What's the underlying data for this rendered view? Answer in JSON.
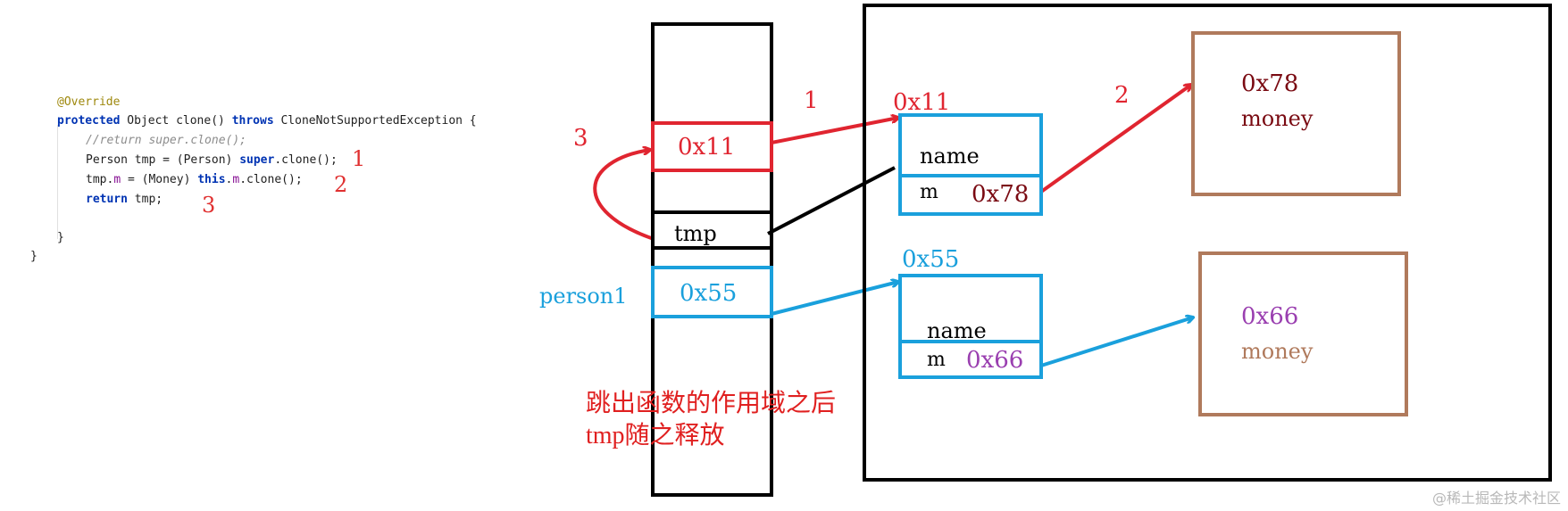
{
  "code": {
    "annotation": "@Override",
    "signature": {
      "kw1": "protected",
      "mid": " Object clone() ",
      "kw2": "throws",
      "rest": " CloneNotSupportedException {"
    },
    "comment": "//return super.clone();",
    "line_tmp": {
      "pre": "Person tmp = (Person) ",
      "kw": "super",
      "post": ".clone();"
    },
    "line_m": {
      "pre": "tmp.",
      "fld1": "m",
      "mid": " = (Money) ",
      "kw": "this",
      "dot": ".",
      "fld2": "m",
      "post": ".clone();"
    },
    "line_return": {
      "kw": "return",
      "post": " tmp;"
    },
    "close_inner": "}",
    "close_outer": "}",
    "step_markers": [
      "1",
      "2",
      "3"
    ]
  },
  "stack": {
    "slot_tmp_value": "0x11",
    "slot_tmp_name": "tmp",
    "slot_person1_value": "0x55",
    "person1_label": "person1"
  },
  "heap": {
    "obj_tmp": {
      "address": "0x11",
      "field_name": "name",
      "field_m": "m",
      "m_value": "0x78"
    },
    "obj_person1": {
      "address": "0x55",
      "field_name": "name",
      "field_m": "m",
      "m_value": "0x66"
    },
    "money_new": {
      "address": "0x78",
      "label": "money"
    },
    "money_old": {
      "address": "0x66",
      "label": "money"
    }
  },
  "arrow_labels": {
    "a1": "1",
    "a2": "2",
    "a3": "3"
  },
  "note": {
    "line1": "跳出函数的作用域之后",
    "line2": "tmp随之释放"
  },
  "watermark": "@稀土掘金技术社区",
  "colors": {
    "red": "#e02530",
    "blue": "#1aa0dc",
    "black": "#000000",
    "brown": "#b07a5c",
    "maroon": "#7a0a12",
    "purple": "#9a3fb0",
    "tan": "#b07a5c"
  }
}
